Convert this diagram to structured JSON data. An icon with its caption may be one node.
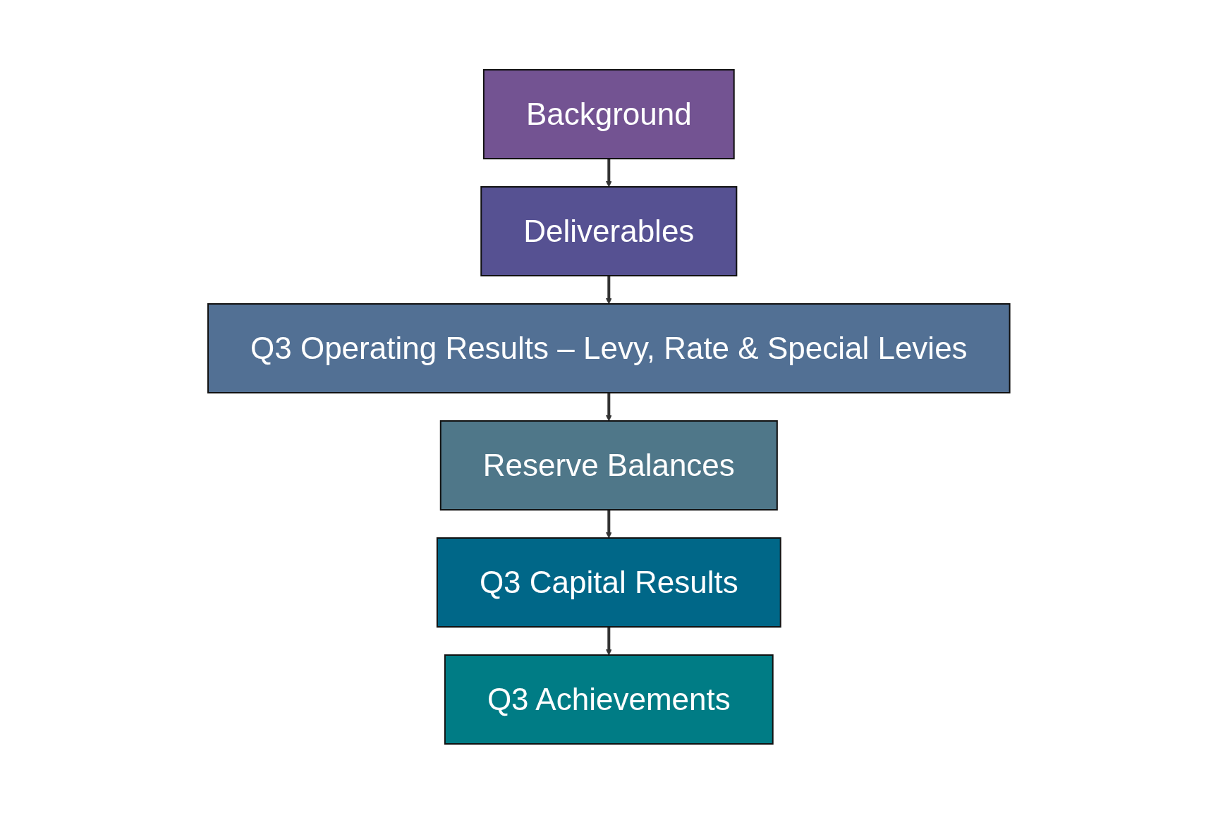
{
  "diagram": {
    "nodes": [
      {
        "text": [
          "Background"
        ]
      },
      {
        "text": [
          "Deliverables"
        ]
      },
      {
        "text": [
          "Q3 Operating Results – Levy, Rate & Special Levies"
        ]
      },
      {
        "text": [
          "Reserve Balances"
        ]
      },
      {
        "text": [
          "Q3 Capital Results"
        ]
      },
      {
        "text": [
          "Q3 Achievements"
        ]
      }
    ],
    "edges": [
      {
        "from": 0,
        "to": 1,
        "arrow": "to"
      },
      {
        "from": 1,
        "to": 2,
        "arrow": "to"
      },
      {
        "from": 2,
        "to": 3,
        "arrow": "to"
      },
      {
        "from": 3,
        "to": 4,
        "arrow": "to"
      },
      {
        "from": 4,
        "to": 5,
        "arrow": "to"
      }
    ]
  }
}
